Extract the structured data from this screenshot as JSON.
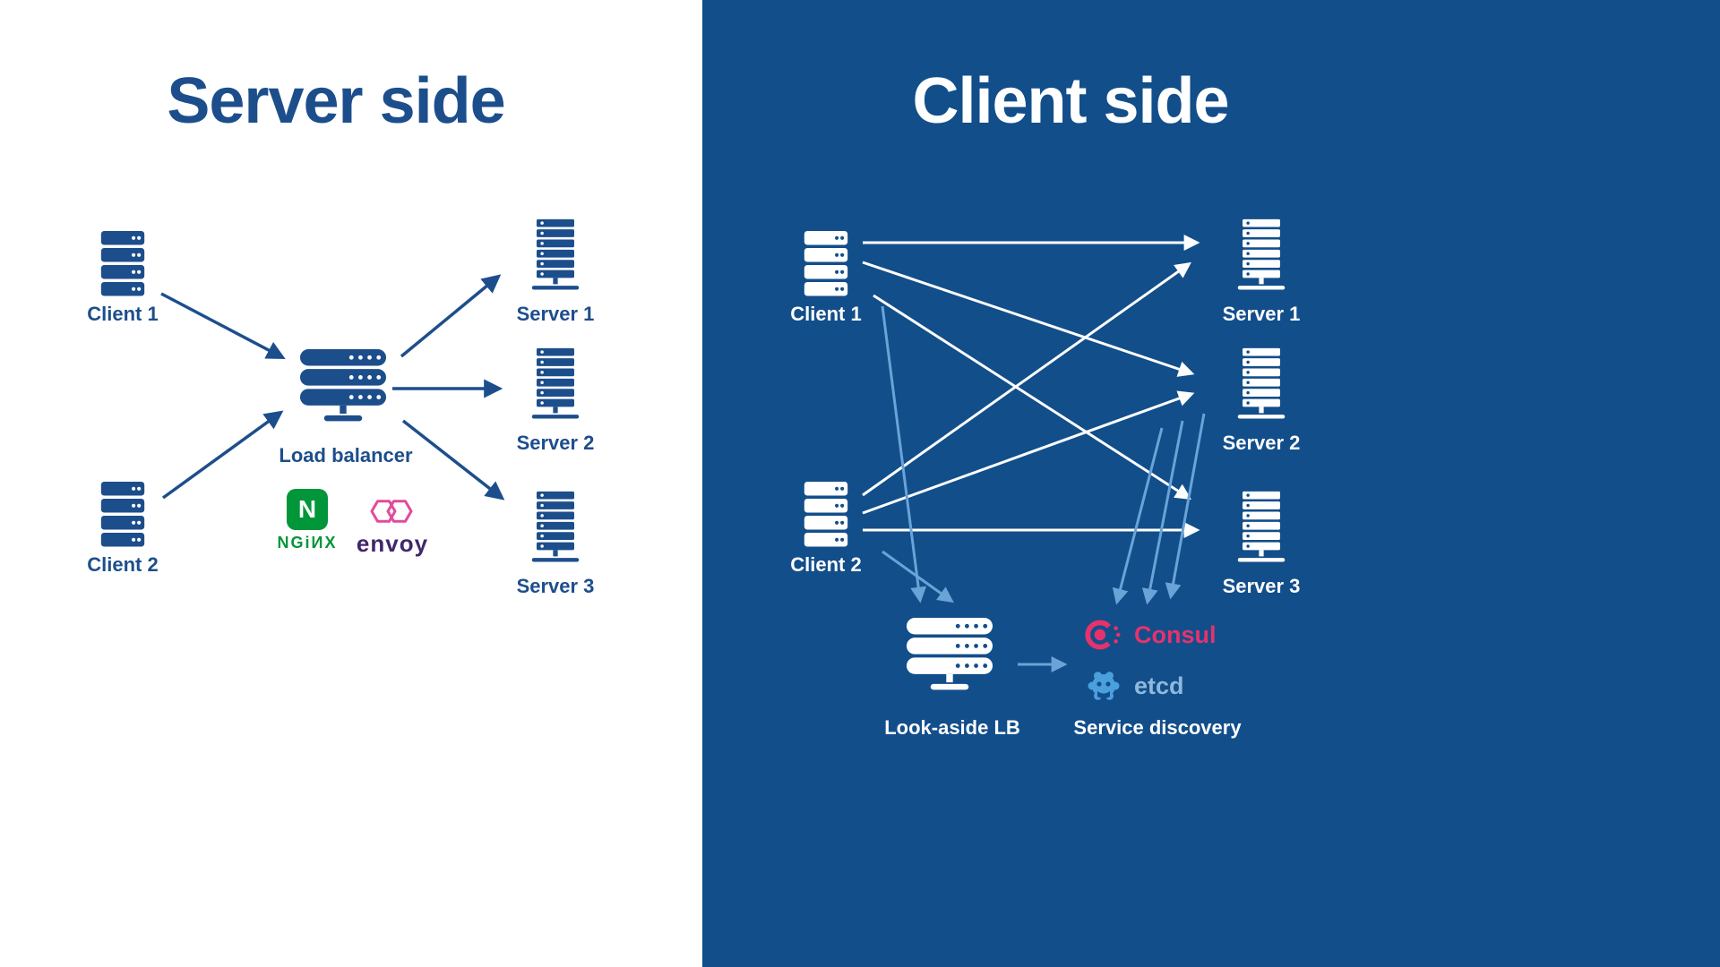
{
  "left": {
    "title": "Server side",
    "client1": "Client 1",
    "client2": "Client 2",
    "load_balancer": "Load balancer",
    "server1": "Server 1",
    "server2": "Server 2",
    "server3": "Server 3",
    "nginx_n": "N",
    "nginx": "NGiИX",
    "envoy": "envoy"
  },
  "right": {
    "title": "Client side",
    "client1": "Client 1",
    "client2": "Client 2",
    "server1": "Server 1",
    "server2": "Server 2",
    "server3": "Server 3",
    "lookaside_lb": "Look-aside LB",
    "service_discovery": "Service discovery",
    "consul": "Consul",
    "etcd": "etcd"
  },
  "colors": {
    "dark_blue": "#1d4e8c",
    "panel_blue": "#124e8a",
    "light_arrow": "#6aa3d8",
    "white": "#ffffff",
    "nginx_green": "#009639",
    "envoy_pink": "#e24a9c",
    "envoy_purple": "#41276b",
    "consul_pink": "#e5326e",
    "etcd_blue": "#4aa0dc"
  }
}
